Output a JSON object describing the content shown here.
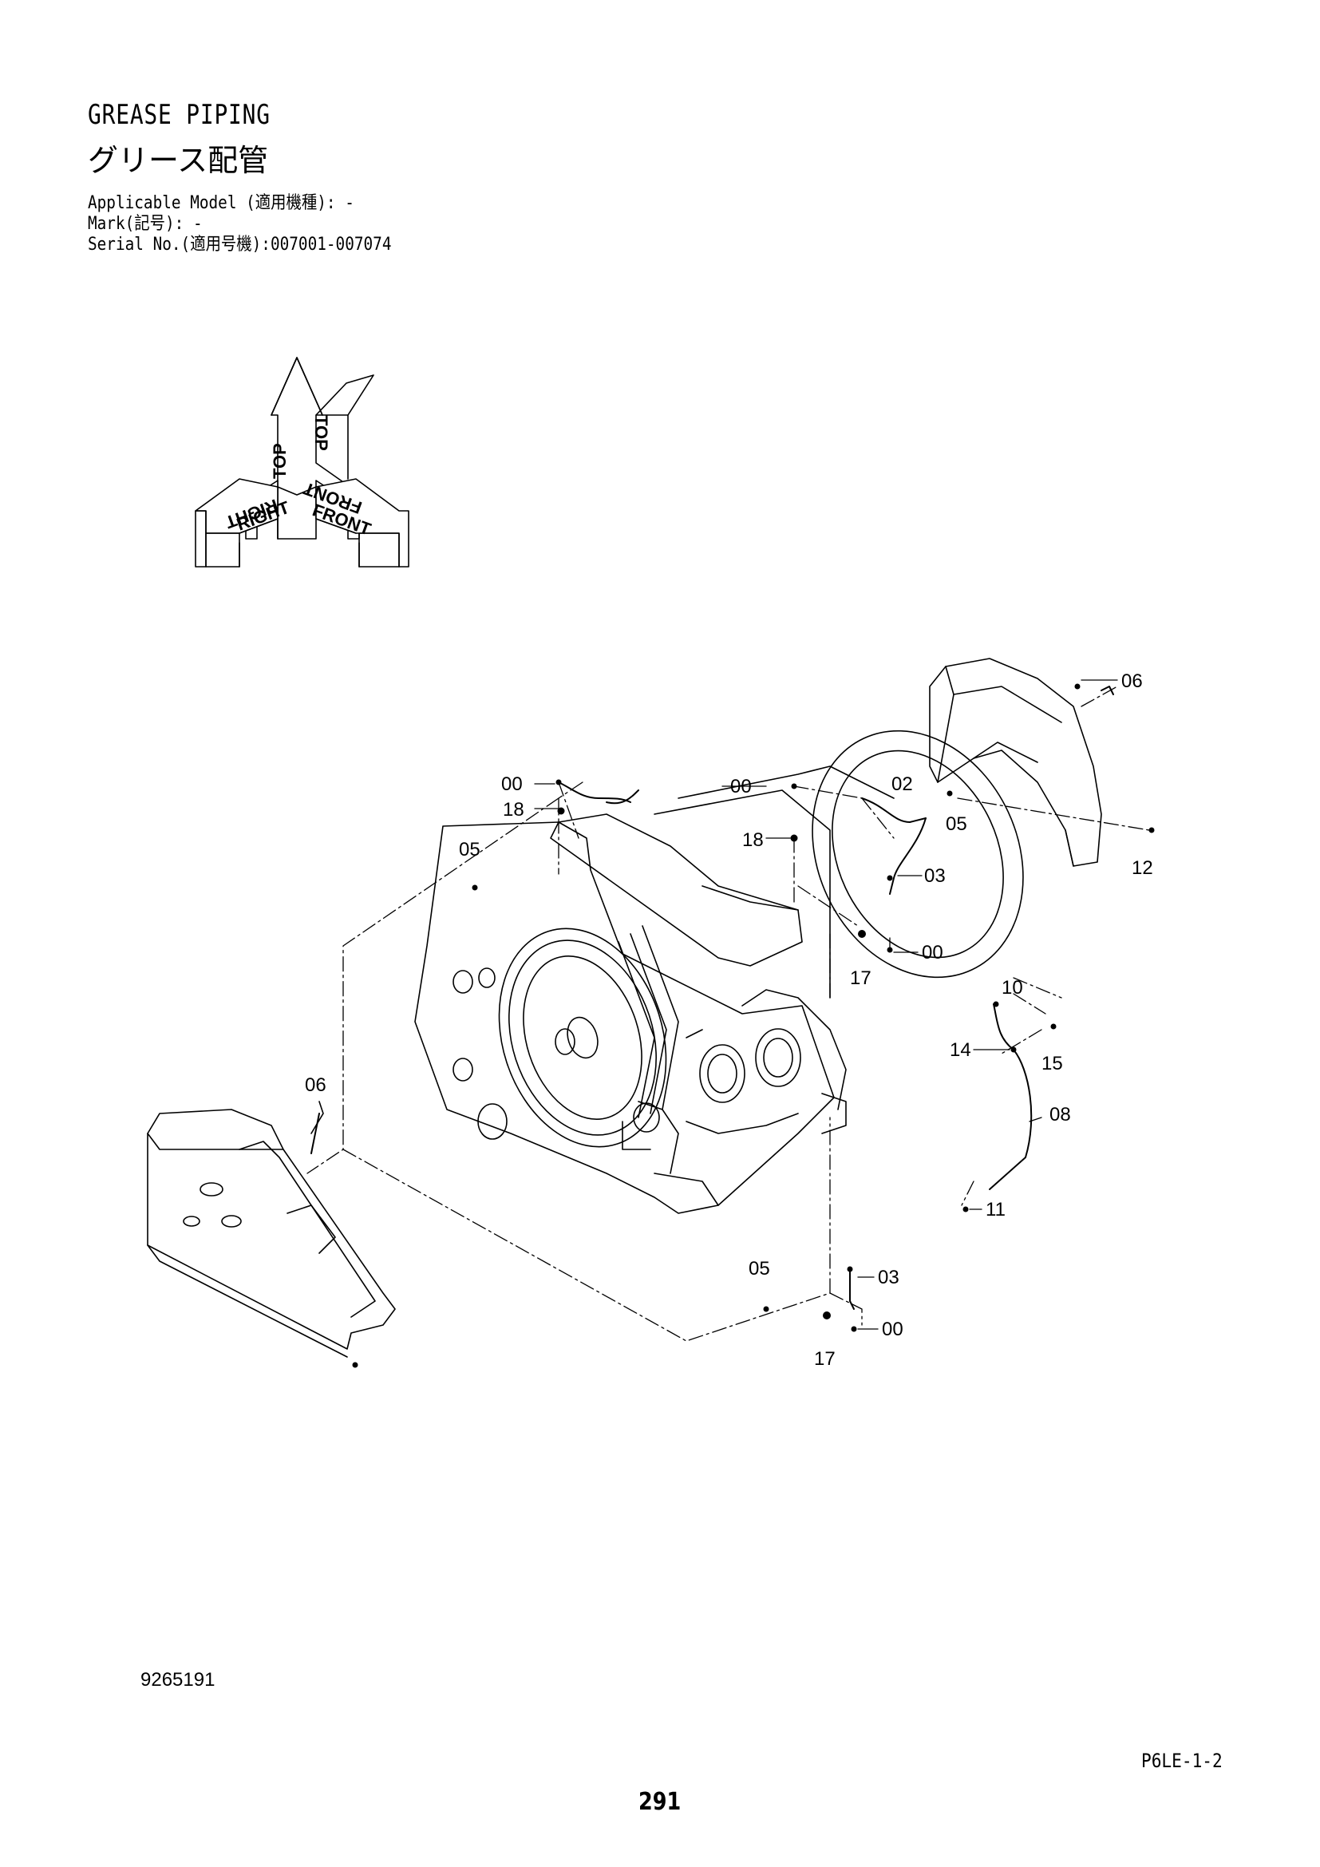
{
  "header": {
    "title_en": "GREASE PIPING",
    "title_jp": "グリース配管",
    "applicable_model": "Applicable Model (適用機種): -",
    "mark": "Mark(記号): -",
    "serial": "Serial No.(適用号機):007001-007074"
  },
  "orientation": {
    "top_label": "TOP",
    "right_label": "RIGHT",
    "front_label": "FRONT"
  },
  "callouts": [
    {
      "id": "c-06a",
      "label": "06"
    },
    {
      "id": "c-00a",
      "label": "00"
    },
    {
      "id": "c-18a",
      "label": "18"
    },
    {
      "id": "c-05a",
      "label": "05"
    },
    {
      "id": "c-00b",
      "label": "00"
    },
    {
      "id": "c-02",
      "label": "02"
    },
    {
      "id": "c-05b",
      "label": "05"
    },
    {
      "id": "c-18b",
      "label": "18"
    },
    {
      "id": "c-03a",
      "label": "03"
    },
    {
      "id": "c-12",
      "label": "12"
    },
    {
      "id": "c-00c",
      "label": "00"
    },
    {
      "id": "c-17a",
      "label": "17"
    },
    {
      "id": "c-10",
      "label": "10"
    },
    {
      "id": "c-14",
      "label": "14"
    },
    {
      "id": "c-15",
      "label": "15"
    },
    {
      "id": "c-06b",
      "label": "06"
    },
    {
      "id": "c-08",
      "label": "08"
    },
    {
      "id": "c-11",
      "label": "11"
    },
    {
      "id": "c-05c",
      "label": "05"
    },
    {
      "id": "c-03b",
      "label": "03"
    },
    {
      "id": "c-00d",
      "label": "00"
    },
    {
      "id": "c-17b",
      "label": "17"
    }
  ],
  "footer": {
    "drawing_number": "9265191",
    "sheet_code": "P6LE-1-2",
    "page_number": "291"
  }
}
